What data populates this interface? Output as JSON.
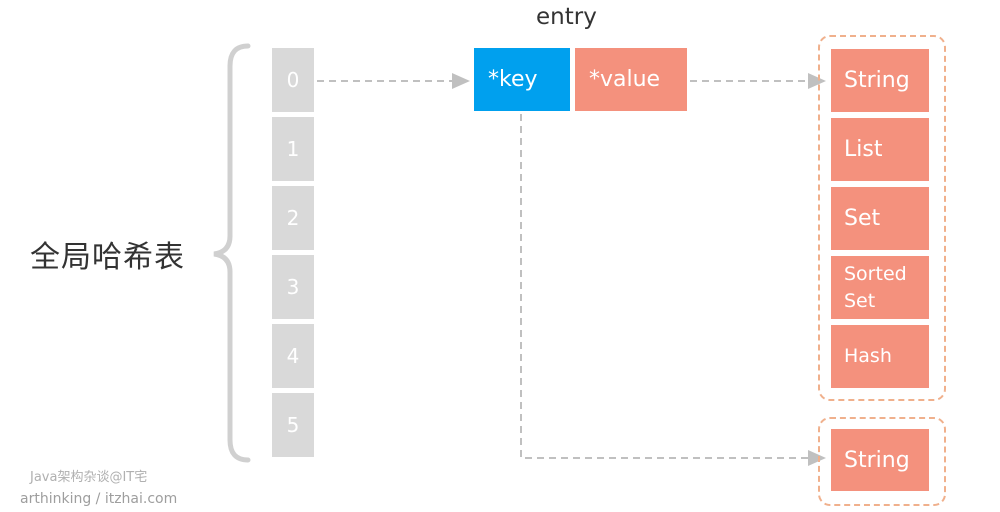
{
  "diagram": {
    "hash_table_label": "全局哈希表",
    "entry_label": "entry",
    "slots": [
      "0",
      "1",
      "2",
      "3",
      "4",
      "5"
    ],
    "entry": {
      "key_label": "*key",
      "value_label": "*value",
      "key_color": "#00a0ee",
      "value_color": "#f4917d"
    },
    "value_types": [
      "String",
      "List",
      "Set",
      "Sorted Set",
      "Hash"
    ],
    "key_type": "String",
    "colors": {
      "slot": "#d9d9d9",
      "type_box": "#f4917d",
      "group_border": "#f0b08c",
      "arrow": "#c0c0c0"
    }
  },
  "watermark": {
    "line1": "Java架构杂谈@IT宅",
    "line2": "arthinking / itzhai.com"
  }
}
